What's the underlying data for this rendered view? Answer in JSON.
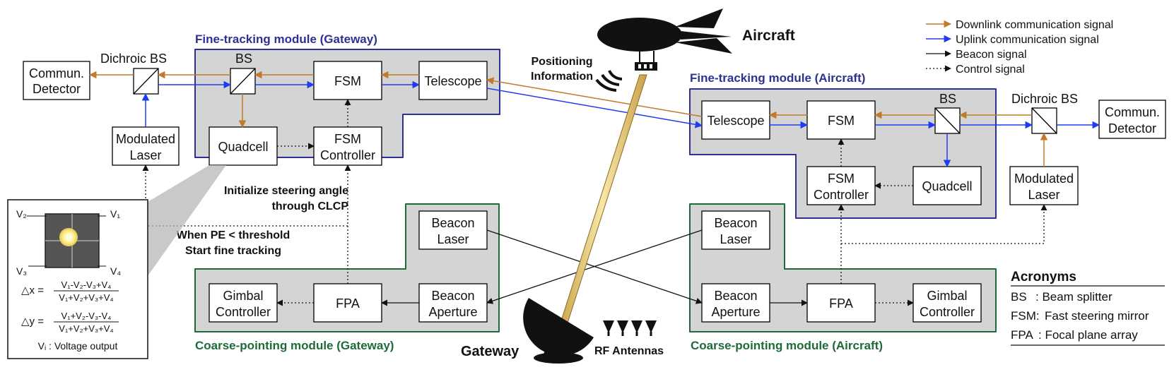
{
  "legend": {
    "downlink": "Downlink communication signal",
    "uplink": "Uplink communication signal",
    "beacon": "Beacon signal",
    "control": "Control signal",
    "colors": {
      "downlink": "#c07a2a",
      "uplink": "#1f3cf0",
      "beacon": "#111111"
    }
  },
  "modules": {
    "fine_gateway": "Fine-tracking module (Gateway)",
    "fine_aircraft": "Fine-tracking module (Aircraft)",
    "coarse_gateway": "Coarse-pointing module (Gateway)",
    "coarse_aircraft": "Coarse-pointing module (Aircraft)"
  },
  "blocks": {
    "commun": "Commun.",
    "detector": "Detector",
    "modulated": "Modulated",
    "laser": "Laser",
    "fsm": "FSM",
    "telescope": "Telescope",
    "quadcell": "Quadcell",
    "fsm_ctrl_1": "FSM",
    "fsm_ctrl_2": "Controller",
    "beacon": "Beacon",
    "aperture": "Aperture",
    "gimbal": "Gimbal",
    "controller": "Controller",
    "fpa": "FPA"
  },
  "labels": {
    "dichroic_bs": "Dichroic BS",
    "bs": "BS",
    "aircraft": "Aircraft",
    "positioning_1": "Positioning",
    "positioning_2": "Information",
    "gateway": "Gateway",
    "rf_antennas": "RF Antennas",
    "init_1": "Initialize steering angle",
    "init_2": "through CLCP",
    "pe_1": "When PE < threshold",
    "pe_2": "Start fine tracking"
  },
  "inset": {
    "v1": "V₁",
    "v2": "V₂",
    "v3": "V₃",
    "v4": "V₄",
    "dx_lhs": "△x =",
    "dx_num": "V₁-V₂-V₃+V₄",
    "dx_den": "V₁+V₂+V₃+V₄",
    "dy_lhs": "△y =",
    "dy_num": "V₁+V₂-V₃-V₄",
    "dy_den": "V₁+V₂+V₃+V₄",
    "vi_note": "Vᵢ : Voltage output"
  },
  "acronyms": {
    "title": "Acronyms",
    "items": [
      {
        "abbr": "BS",
        "sep": ": Beam splitter"
      },
      {
        "abbr": "FSM:",
        "sep": "Fast steering mirror"
      },
      {
        "abbr": "FPA",
        "sep": ": Focal plane array"
      }
    ]
  }
}
